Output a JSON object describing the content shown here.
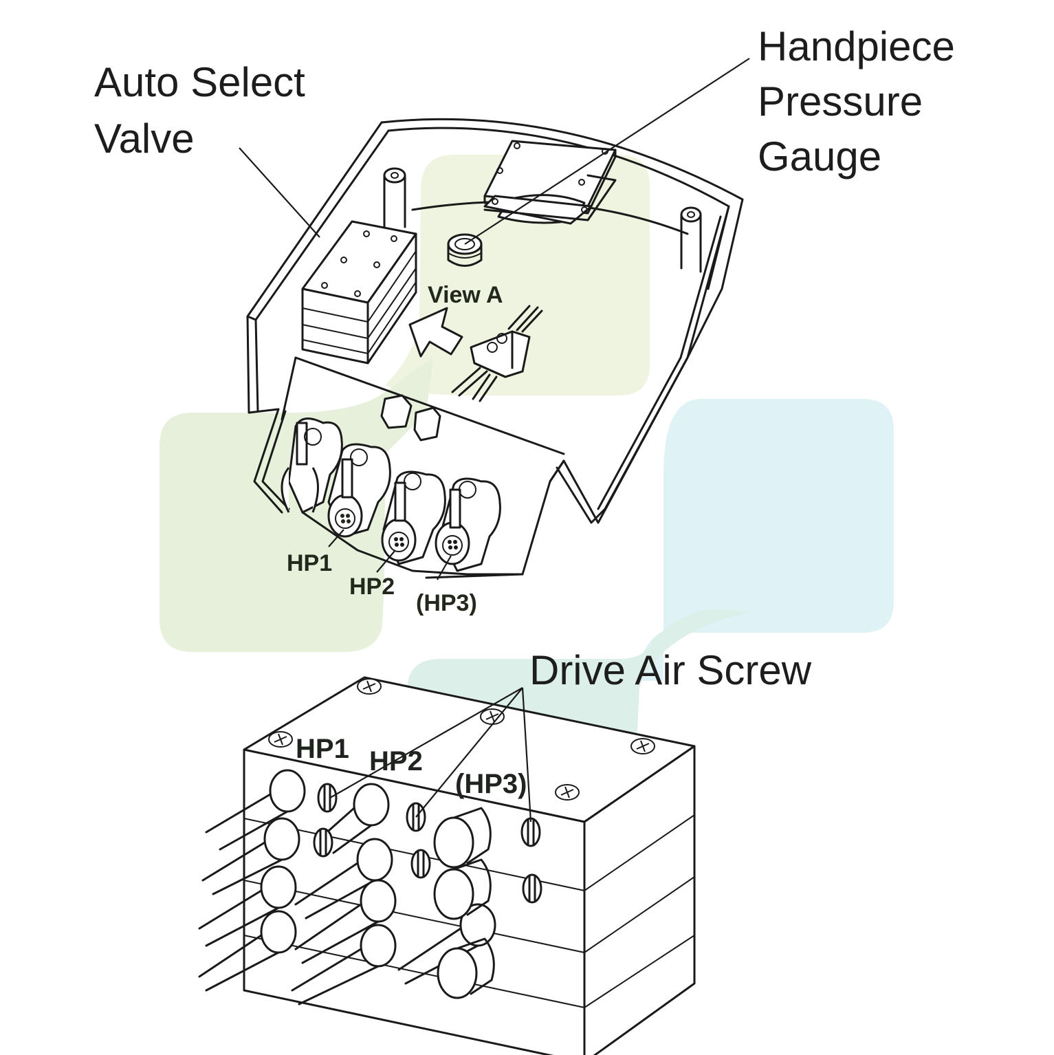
{
  "diagram": {
    "title": "Handpiece control block assembly",
    "labels": {
      "auto_select_valve": [
        "Auto Select",
        "Valve"
      ],
      "handpiece_pressure_gauge": [
        "Handpiece",
        "Pressure",
        "Gauge"
      ],
      "view_a": "View A",
      "drive_air_screw": "Drive Air Screw",
      "upper_hp1": "HP1",
      "upper_hp2": "HP2",
      "upper_hp3": "(HP3)",
      "lower_hp1": "HP1",
      "lower_hp2": "HP2",
      "lower_hp3": "(HP3)"
    },
    "colors": {
      "line": "#1a1a1a",
      "green_panel": "#e6f0da",
      "yellow_panel": "#eef4df",
      "blue_panel": "#dff2f5",
      "teal_panel": "#dcefe8"
    }
  }
}
